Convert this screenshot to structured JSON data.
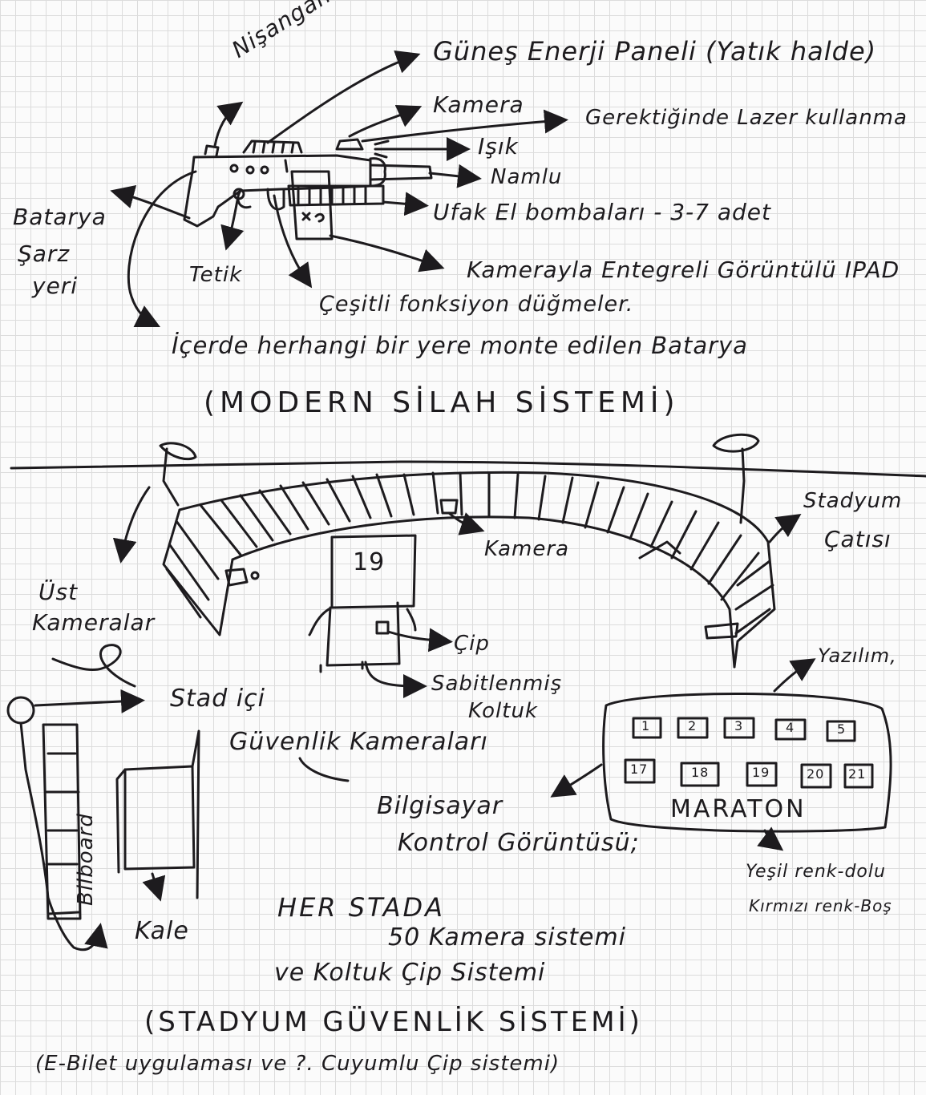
{
  "weapon": {
    "nisangah": "Nişangah",
    "gunes_paneli": "Güneş Enerji Paneli (Yatık halde)",
    "kamera": "Kamera",
    "lazer": "Gerektiğinde Lazer kullanma",
    "isik": "Işık",
    "namlu": "Namlu",
    "el_bombalari": "Ufak El bombaları - 3-7 adet",
    "batarya_sarz_1": "Batarya",
    "batarya_sarz_2": "Şarz",
    "batarya_sarz_3": "yeri",
    "tetik": "Tetik",
    "ipad": "Kamerayla Entegreli Görüntülü IPAD",
    "dugmeler": "Çeşitli fonksiyon düğmeler.",
    "batarya_ic": "İçerde herhangi bir yere monte edilen Batarya",
    "caption": "(MODERN SİLAH SİSTEMİ)"
  },
  "stadium": {
    "ust_kameralar_1": "Üst",
    "ust_kameralar_2": "Kameralar",
    "kamera": "Kamera",
    "catisi_1": "Stadyum",
    "catisi_2": "Çatısı",
    "seat_number": "19",
    "cip": "Çip",
    "sabit_koltuk_1": "Sabitlenmiş",
    "sabit_koltuk_2": "Koltuk",
    "stad_ici": "Stad içi",
    "guvenlik_kameralari": "Güvenlik Kameraları",
    "yazilim": "Yazılım,",
    "bilgisayar_1": "Bilgisayar",
    "bilgisayar_2": "Kontrol Görüntüsü;",
    "maraton": "MARATON",
    "seats_top": [
      "1",
      "2",
      "3",
      "4",
      "5"
    ],
    "seats_bottom": [
      "17",
      "18",
      "19",
      "20",
      "21"
    ],
    "yesil": "Yeşil renk-dolu",
    "kirmizi": "Kırmızı renk-Boş",
    "bilboard": "Bilboard",
    "kale": "Kale",
    "note_1": "HER STADA",
    "note_2": "50 Kamera sistemi",
    "note_3": "ve Koltuk Çip Sistemi",
    "caption": "(STADYUM GÜVENLİK SİSTEMİ)",
    "subcaption": "(E-Bilet uygulaması ve ?. Cuyumlu Çip sistemi)"
  },
  "colors": {
    "ink": "#1d1b1e",
    "paper": "#fbfbfb",
    "grid": "#dcdcdc"
  }
}
